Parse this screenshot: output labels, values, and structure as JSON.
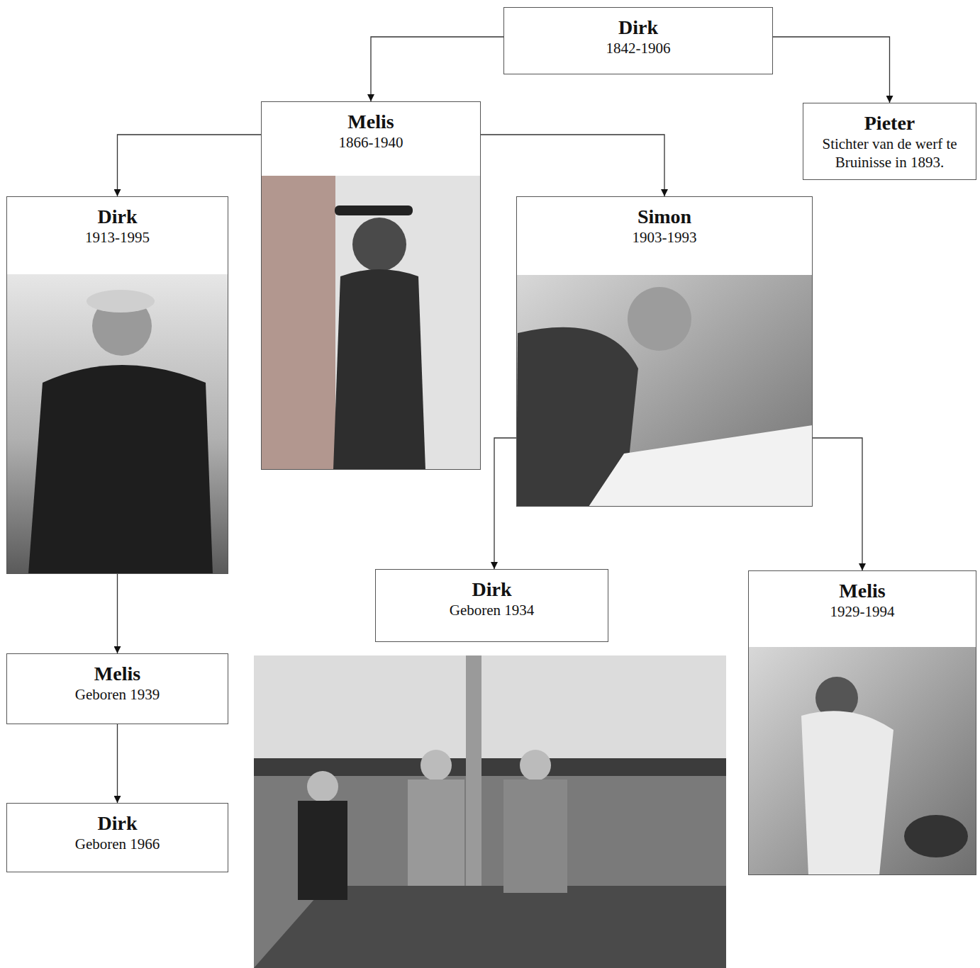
{
  "diagram": {
    "nodes": [
      {
        "text": [
          "Dirk",
          "1842-1906"
        ]
      },
      {
        "text": [
          "Melis",
          "1866-1940"
        ]
      },
      {
        "text": [
          "Pieter",
          "Stichter van de werf te Bruinisse in 1893."
        ]
      },
      {
        "text": [
          "Dirk",
          "1913-1995"
        ]
      },
      {
        "text": [
          "Simon",
          "1903-1993"
        ]
      },
      {
        "text": [
          "Dirk",
          "Geboren 1934"
        ]
      },
      {
        "text": [
          "Melis",
          "1929-1994"
        ]
      },
      {
        "text": [
          "Melis",
          "Geboren 1939"
        ]
      },
      {
        "text": [
          "Dirk",
          "Geboren 1966"
        ]
      }
    ],
    "edges": [
      {
        "from": 0,
        "to": 1,
        "arrow": "to"
      },
      {
        "from": 0,
        "to": 2,
        "arrow": "to"
      },
      {
        "from": 1,
        "to": 3,
        "arrow": "to"
      },
      {
        "from": 1,
        "to": 4,
        "arrow": "to"
      },
      {
        "from": 4,
        "to": 5,
        "arrow": "to"
      },
      {
        "from": 4,
        "to": 6,
        "arrow": "to"
      },
      {
        "from": 3,
        "to": 7,
        "arrow": "to"
      },
      {
        "from": 7,
        "to": 8,
        "arrow": "to"
      }
    ]
  }
}
